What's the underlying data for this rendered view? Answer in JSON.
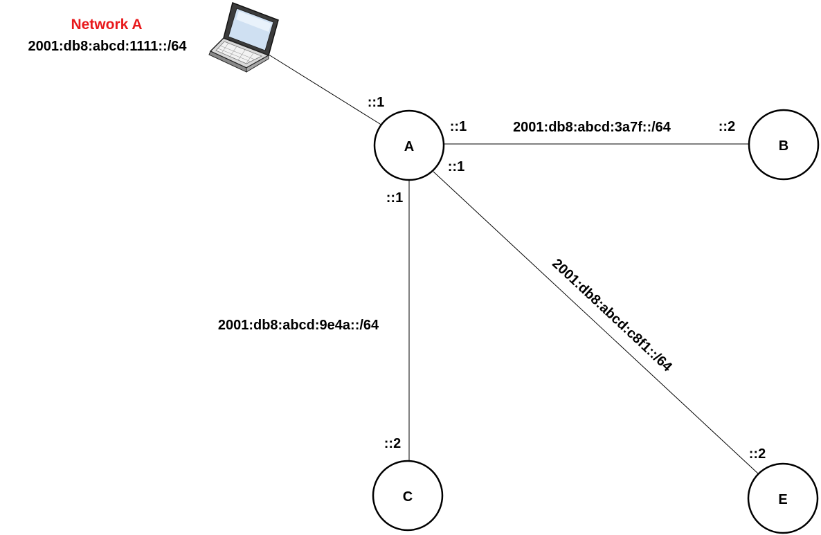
{
  "network": {
    "title": "Network A",
    "title_color": "#e8191c",
    "prefix": "2001:db8:abcd:1111::/64",
    "icon": "laptop-icon"
  },
  "nodes": {
    "A": "A",
    "B": "B",
    "C": "C",
    "E": "E"
  },
  "links": {
    "laptop_a": {
      "a_side": "::1"
    },
    "a_b": {
      "prefix": "2001:db8:abcd:3a7f::/64",
      "a_side": "::1",
      "far_side": "::2"
    },
    "a_c": {
      "prefix": "2001:db8:abcd:9e4a::/64",
      "a_side": "::1",
      "far_side": "::2"
    },
    "a_e": {
      "prefix": "2001:db8:abcd:c8f1::/64",
      "a_side": "::1",
      "far_side": "::2"
    }
  }
}
